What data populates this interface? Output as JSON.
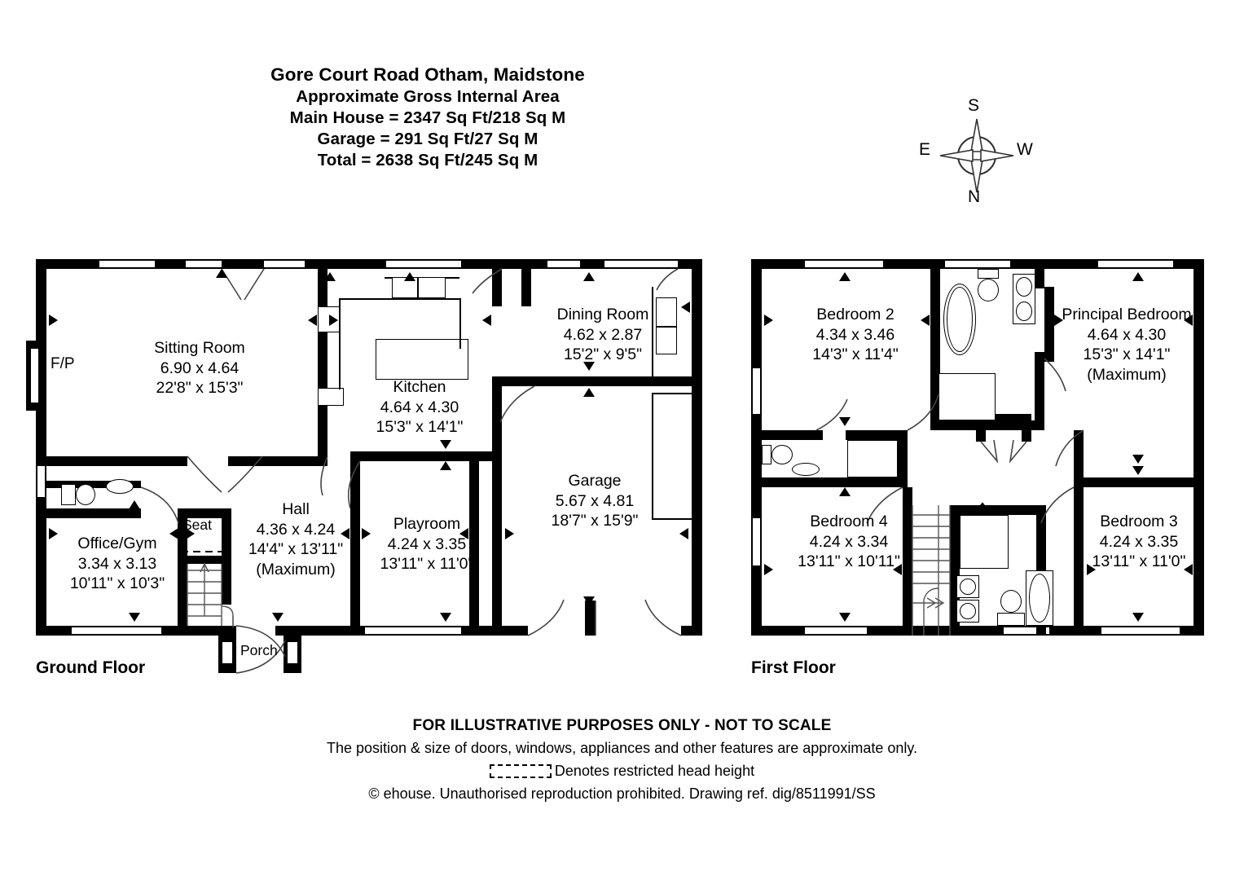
{
  "header": {
    "title": "Gore Court Road Otham, Maidstone",
    "line1": "Approximate Gross Internal Area",
    "line2": "Main House = 2347 Sq Ft/218 Sq M",
    "line3": "Garage = 291 Sq Ft/27 Sq M",
    "line4": "Total = 2638 Sq Ft/245 Sq M"
  },
  "compass": {
    "top": "S",
    "bottom": "N",
    "left": "E",
    "right": "W"
  },
  "floors": {
    "ground_label": "Ground Floor",
    "first_label": "First Floor"
  },
  "ground_floor": {
    "rooms": [
      {
        "name": "Sitting Room",
        "metric": "6.90 x 4.64",
        "imperial": "22'8\" x 15'3\"",
        "note": ""
      },
      {
        "name": "Kitchen",
        "metric": "4.64 x 4.30",
        "imperial": "15'3\" x 14'1\"",
        "note": ""
      },
      {
        "name": "Dining Room",
        "metric": "4.62 x 2.87",
        "imperial": "15'2\" x 9'5\"",
        "note": ""
      },
      {
        "name": "Garage",
        "metric": "5.67 x 4.81",
        "imperial": "18'7\" x 15'9\"",
        "note": ""
      },
      {
        "name": "Hall",
        "metric": "4.36 x 4.24",
        "imperial": "14'4\" x 13'11\"",
        "note": "(Maximum)"
      },
      {
        "name": "Playroom",
        "metric": "4.24 x 3.35",
        "imperial": "13'11\" x 11'0\"",
        "note": ""
      },
      {
        "name": "Office/Gym",
        "metric": "3.34 x 3.13",
        "imperial": "10'11\" x 10'3\"",
        "note": ""
      }
    ],
    "annotations": {
      "fireplace": "F/P",
      "seat": "Seat",
      "porch": "Porch"
    }
  },
  "first_floor": {
    "rooms": [
      {
        "name": "Bedroom 2",
        "metric": "4.34 x 3.46",
        "imperial": "14'3\" x 11'4\"",
        "note": ""
      },
      {
        "name": "Principal Bedroom",
        "metric": "4.64 x 4.30",
        "imperial": "15'3\" x 14'1\"",
        "note": "(Maximum)"
      },
      {
        "name": "Bedroom 4",
        "metric": "4.24 x 3.34",
        "imperial": "13'11\" x 10'11\"",
        "note": ""
      },
      {
        "name": "Bedroom 3",
        "metric": "4.24 x 3.35",
        "imperial": "13'11\" x 11'0\"",
        "note": ""
      }
    ]
  },
  "footer": {
    "disclaimer": "FOR ILLUSTRATIVE PURPOSES ONLY - NOT TO SCALE",
    "approx": "The position & size of doors, windows, appliances and other features are approximate only.",
    "head_height": "Denotes restricted head height",
    "copyright": "© ehouse. Unauthorised reproduction prohibited. Drawing ref. dig/8511991/SS"
  },
  "colors": {
    "ink": "#000000",
    "paper": "#ffffff",
    "line": "#444444"
  }
}
